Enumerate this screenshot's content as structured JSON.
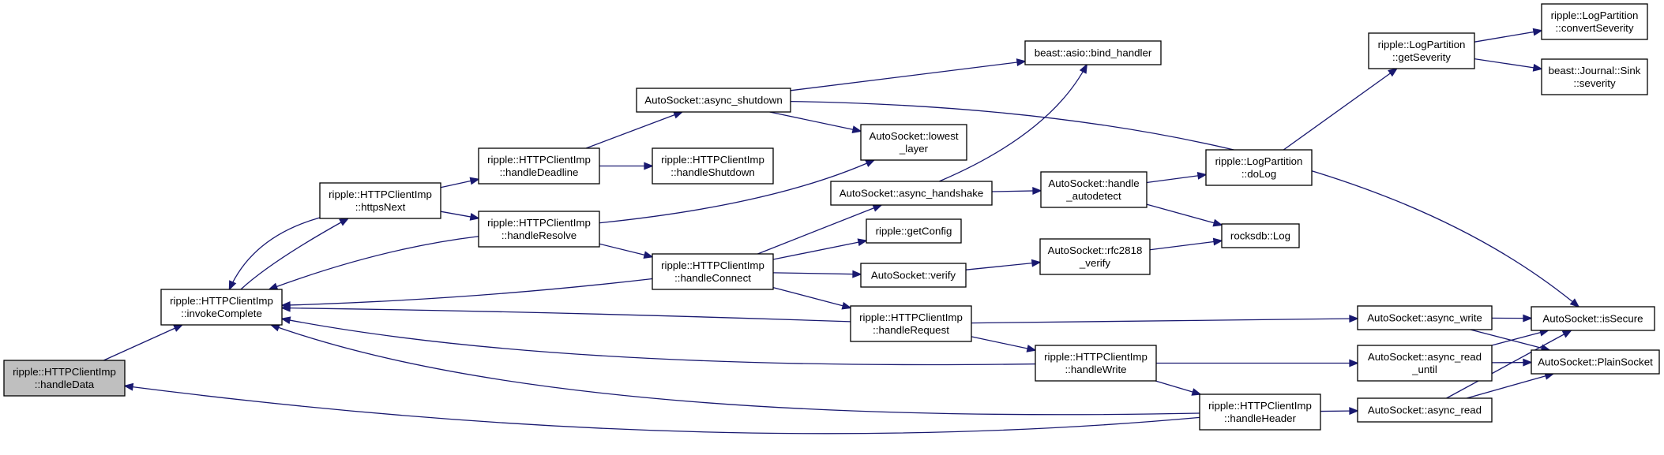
{
  "colors": {
    "edge": "#191970",
    "node_fill": "#ffffff",
    "root_fill": "#bfbfbf",
    "node_border": "#000000"
  },
  "nodes": [
    {
      "id": "handleData",
      "lines": [
        "ripple::HTTPClientImp",
        "::handleData"
      ],
      "root": true
    },
    {
      "id": "invokeComplete",
      "lines": [
        "ripple::HTTPClientImp",
        "::invokeComplete"
      ]
    },
    {
      "id": "httpsNext",
      "lines": [
        "ripple::HTTPClientImp",
        "::httpsNext"
      ]
    },
    {
      "id": "handleDeadline",
      "lines": [
        "ripple::HTTPClientImp",
        "::handleDeadline"
      ]
    },
    {
      "id": "handleResolve",
      "lines": [
        "ripple::HTTPClientImp",
        "::handleResolve"
      ]
    },
    {
      "id": "async_shutdown",
      "lines": [
        "AutoSocket::async_shutdown"
      ]
    },
    {
      "id": "handleShutdown",
      "lines": [
        "ripple::HTTPClientImp",
        "::handleShutdown"
      ]
    },
    {
      "id": "lowest_layer",
      "lines": [
        "AutoSocket::lowest",
        "_layer"
      ]
    },
    {
      "id": "handleConnect",
      "lines": [
        "ripple::HTTPClientImp",
        "::handleConnect"
      ]
    },
    {
      "id": "bind_handler",
      "lines": [
        "beast::asio::bind_handler"
      ]
    },
    {
      "id": "async_handshake",
      "lines": [
        "AutoSocket::async_handshake"
      ]
    },
    {
      "id": "getConfig",
      "lines": [
        "ripple::getConfig"
      ]
    },
    {
      "id": "verify",
      "lines": [
        "AutoSocket::verify"
      ]
    },
    {
      "id": "handleRequest",
      "lines": [
        "ripple::HTTPClientImp",
        "::handleRequest"
      ]
    },
    {
      "id": "handle_autodetect",
      "lines": [
        "AutoSocket::handle",
        "_autodetect"
      ]
    },
    {
      "id": "rfc2818_verify",
      "lines": [
        "AutoSocket::rfc2818",
        "_verify"
      ]
    },
    {
      "id": "handleWrite",
      "lines": [
        "ripple::HTTPClientImp",
        "::handleWrite"
      ]
    },
    {
      "id": "handleHeader",
      "lines": [
        "ripple::HTTPClientImp",
        "::handleHeader"
      ]
    },
    {
      "id": "doLog",
      "lines": [
        "ripple::LogPartition",
        "::doLog"
      ]
    },
    {
      "id": "rocksdbLog",
      "lines": [
        "rocksdb::Log"
      ]
    },
    {
      "id": "getSeverity",
      "lines": [
        "ripple::LogPartition",
        "::getSeverity"
      ]
    },
    {
      "id": "async_write",
      "lines": [
        "AutoSocket::async_write"
      ]
    },
    {
      "id": "async_read_until",
      "lines": [
        "AutoSocket::async_read",
        "_until"
      ]
    },
    {
      "id": "async_read",
      "lines": [
        "AutoSocket::async_read"
      ]
    },
    {
      "id": "convertSeverity",
      "lines": [
        "ripple::LogPartition",
        "::convertSeverity"
      ]
    },
    {
      "id": "sinkSeverity",
      "lines": [
        "beast::Journal::Sink",
        "::severity"
      ]
    },
    {
      "id": "isSecure",
      "lines": [
        "AutoSocket::isSecure"
      ]
    },
    {
      "id": "PlainSocket",
      "lines": [
        "AutoSocket::PlainSocket"
      ]
    }
  ],
  "edges": [
    {
      "from": "handleData",
      "to": "invokeComplete"
    },
    {
      "from": "handleData",
      "to": "invokeComplete"
    },
    {
      "from": "invokeComplete",
      "to": "httpsNext"
    },
    {
      "from": "httpsNext",
      "to": "invokeComplete"
    },
    {
      "from": "httpsNext",
      "to": "handleDeadline"
    },
    {
      "from": "httpsNext",
      "to": "handleResolve"
    },
    {
      "from": "handleResolve",
      "to": "invokeComplete"
    },
    {
      "from": "handleDeadline",
      "to": "async_shutdown"
    },
    {
      "from": "handleDeadline",
      "to": "handleShutdown"
    },
    {
      "from": "async_shutdown",
      "to": "bind_handler"
    },
    {
      "from": "async_shutdown",
      "to": "lowest_layer"
    },
    {
      "from": "async_shutdown",
      "to": "isSecure"
    },
    {
      "from": "handleResolve",
      "to": "lowest_layer"
    },
    {
      "from": "handleResolve",
      "to": "handleConnect"
    },
    {
      "from": "handleConnect",
      "to": "invokeComplete"
    },
    {
      "from": "handleConnect",
      "to": "async_handshake"
    },
    {
      "from": "handleConnect",
      "to": "getConfig"
    },
    {
      "from": "handleConnect",
      "to": "verify"
    },
    {
      "from": "handleConnect",
      "to": "handleRequest"
    },
    {
      "from": "async_handshake",
      "to": "bind_handler"
    },
    {
      "from": "async_handshake",
      "to": "handle_autodetect"
    },
    {
      "from": "handle_autodetect",
      "to": "doLog"
    },
    {
      "from": "handle_autodetect",
      "to": "rocksdbLog"
    },
    {
      "from": "doLog",
      "to": "getSeverity"
    },
    {
      "from": "getSeverity",
      "to": "convertSeverity"
    },
    {
      "from": "getSeverity",
      "to": "sinkSeverity"
    },
    {
      "from": "verify",
      "to": "rfc2818_verify"
    },
    {
      "from": "rfc2818_verify",
      "to": "rocksdbLog"
    },
    {
      "from": "handleRequest",
      "to": "invokeComplete"
    },
    {
      "from": "handleRequest",
      "to": "async_write"
    },
    {
      "from": "handleRequest",
      "to": "handleWrite"
    },
    {
      "from": "handleWrite",
      "to": "invokeComplete"
    },
    {
      "from": "handleWrite",
      "to": "async_read_until"
    },
    {
      "from": "handleWrite",
      "to": "handleHeader"
    },
    {
      "from": "handleHeader",
      "to": "invokeComplete"
    },
    {
      "from": "handleHeader",
      "to": "handleData"
    },
    {
      "from": "handleHeader",
      "to": "async_read"
    },
    {
      "from": "async_write",
      "to": "isSecure"
    },
    {
      "from": "async_write",
      "to": "PlainSocket"
    },
    {
      "from": "async_read_until",
      "to": "isSecure"
    },
    {
      "from": "async_read_until",
      "to": "PlainSocket"
    },
    {
      "from": "async_read",
      "to": "isSecure"
    },
    {
      "from": "async_read",
      "to": "PlainSocket"
    }
  ]
}
